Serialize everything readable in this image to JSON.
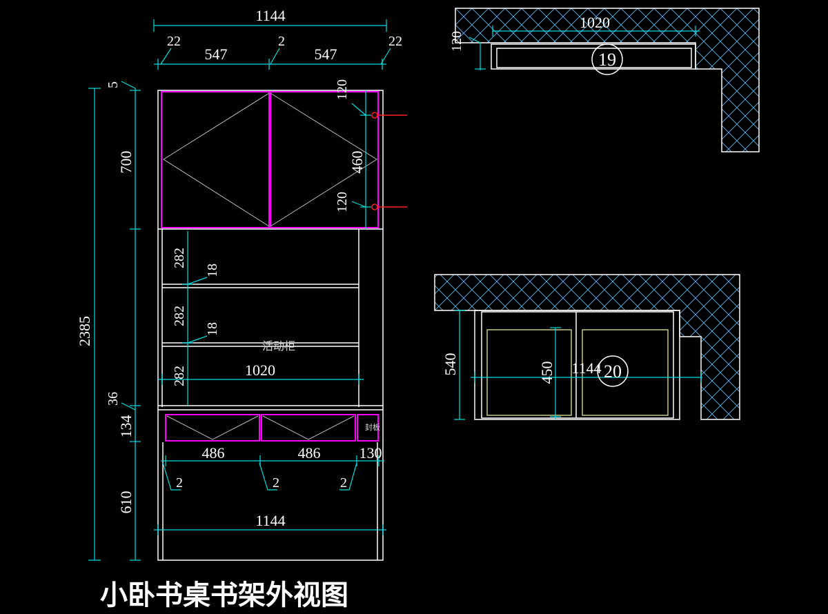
{
  "title": "小卧书桌书架外视图",
  "notes": {
    "movable_cabinet": "活动柜",
    "sealing_board": "封板"
  },
  "callouts": {
    "top_plan": "19",
    "bottom_plan": "20"
  },
  "dimensions": {
    "total_width": "1144",
    "left_edge": "22",
    "left_door": "547",
    "middle_gap": "2",
    "right_door": "547",
    "right_edge": "22",
    "top_offset": "5",
    "total_height": "2385",
    "upper_cabinet": "700",
    "upper_plinth": "36",
    "drawer_height": "134",
    "desk_height": "610",
    "hinge_top": "120",
    "hinge_span": "460",
    "hinge_bottom": "120",
    "shelf_1": "282",
    "shelf_2": "282",
    "shelf_3": "282",
    "board_1": "18",
    "board_2": "18",
    "inner_width": "1020",
    "drawer_1": "486",
    "drawer_2": "486",
    "drawer_3": "130",
    "gap_1": "2",
    "gap_2": "2",
    "gap_3": "2",
    "bottom_width": "1144",
    "plan19_width": "1020",
    "plan19_depth": "120",
    "plan20_width": "1144",
    "plan20_depth": "540",
    "plan20_inner": "450"
  },
  "colors": {
    "background": "#000000",
    "lines": "#ffffff",
    "dimension": "#00e0e0",
    "door": "#ff00ff",
    "hinge": "#ff2020"
  }
}
